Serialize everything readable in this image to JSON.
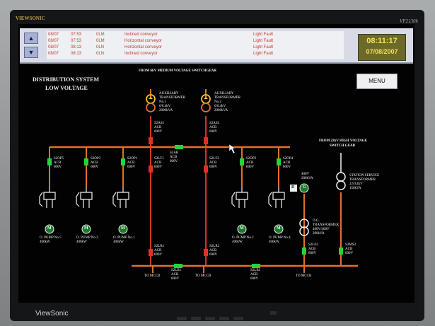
{
  "monitor": {
    "brand": "VIEWSONIC",
    "model": "VP2130b",
    "logo": "ViewSonic"
  },
  "alarms": [
    {
      "date": "08/07",
      "time": "07:53",
      "code": "0LM",
      "message": "Inclined conveyor",
      "status": "Light Fault"
    },
    {
      "date": "08/07",
      "time": "07:53",
      "code": "0LM",
      "message": "Horizontal conveyor",
      "status": "Light Fault"
    },
    {
      "date": "08/07",
      "time": "08:13",
      "code": "0LN",
      "message": "Horizontal conveyor",
      "status": "Light Fault"
    },
    {
      "date": "08/07",
      "time": "08:13",
      "code": "0LN",
      "message": "Inclined conveyor",
      "status": "Light Fault"
    }
  ],
  "clock": {
    "time": "08:11:17",
    "date": "07/08/2007"
  },
  "menu_label": "MENU",
  "diagram": {
    "title_line1": "DISTRIBUTION SYSTEM",
    "title_line2": "LOW VOLTAGE",
    "source_mv": "FROM 6kV MEDIUM VOLTAGE SWITCHGEAR",
    "source_hv_line1": "FROM 22kV HIGH VOLTAGE",
    "source_hv_line2": "SWITCH GEAR",
    "transformers": [
      {
        "line1": "AUXILIARY",
        "line2": "TRANSFORMER",
        "line3": "No.1",
        "line4": "6/0.4kV",
        "line5": "2000kVA"
      },
      {
        "line1": "AUXILIARY",
        "line2": "TRANSFORMER",
        "line3": "No.2",
        "line4": "6/0.4kV",
        "line5": "2000kVA"
      }
    ],
    "station_tx": {
      "line1": "STATION SERVICE",
      "line2": "TRANSFORMER",
      "line3": "22/0.4kV",
      "line4": "150kVA"
    },
    "breakers": {
      "s2as1": {
        "line1": "S2AS1",
        "line2": "ACB",
        "line3": "600V"
      },
      "s2as2": {
        "line1": "S2AS2",
        "line2": "ACB",
        "line3": "600V"
      },
      "s2ab": {
        "line1": "S2AB",
        "line2": "ACB",
        "line3": "600V"
      },
      "s2lf1": {
        "line1": "S2LF1",
        "line2": "ACB",
        "line3": "600V"
      },
      "s2lf2": {
        "line1": "S2LF2",
        "line2": "ACB",
        "line3": "600V"
      },
      "s2op5": {
        "line1": "S2OP5",
        "line2": "ACB",
        "line3": "600V"
      },
      "s2op3": {
        "line1": "S2OP3",
        "line2": "ACB",
        "line3": "600V"
      },
      "s2op1": {
        "line1": "S2OP1",
        "line2": "ACB",
        "line3": "600V"
      },
      "s2op2": {
        "line1": "S2OP2",
        "line2": "ACB",
        "line3": "600V"
      },
      "s2op4": {
        "line1": "S2OP4",
        "line2": "ACB",
        "line3": "600V"
      },
      "s2lr1": {
        "line1": "S2LR1",
        "line2": "ACB",
        "line3": "600V"
      },
      "s2lr2": {
        "line1": "S2LR2",
        "line2": "ACB",
        "line3": "600V"
      },
      "s2lb1": {
        "line1": "S2LB1",
        "line2": "ACB",
        "line3": "600V"
      },
      "s2lb2": {
        "line1": "S2LB2",
        "line2": "ACB",
        "line3": "600V"
      },
      "s2gs1": {
        "line1": "S2GS1",
        "line2": "ACB",
        "line3": "600V"
      },
      "s2ms3": {
        "line1": "S2MS3",
        "line2": "ACB",
        "line3": "600V"
      }
    },
    "generator": {
      "label_d": "D",
      "label_g": "G",
      "rating1": "400V",
      "rating2": "200kVA"
    },
    "dg_tx": {
      "line1": "D.G.",
      "line2": "TRANSFORMER",
      "line3": "400V/400V",
      "line4": "200kVA"
    },
    "pumps": [
      {
        "line1": "O. PUMP No.5",
        "line2": "400kW"
      },
      {
        "line1": "O. PUMP No.3",
        "line2": "400kW"
      },
      {
        "line1": "O. PUMP No.1",
        "line2": "400kW"
      },
      {
        "line1": "O. PUMP No.2",
        "line2": "400kW"
      },
      {
        "line1": "O. PUMP No.4",
        "line2": "400kW"
      }
    ],
    "motor_symbol": "M",
    "feeder_left": "TO MCCB",
    "feeder_mid": "TO MCCB",
    "feeder_right": "TO MCCB"
  },
  "colors": {
    "bus_orange": "#e0712a",
    "bus_red": "#e03224",
    "breaker_green": "#23d43a",
    "screen_bg": "#020203",
    "alarm_red": "#c23a2e",
    "clock_yellow": "#f3e25a"
  }
}
